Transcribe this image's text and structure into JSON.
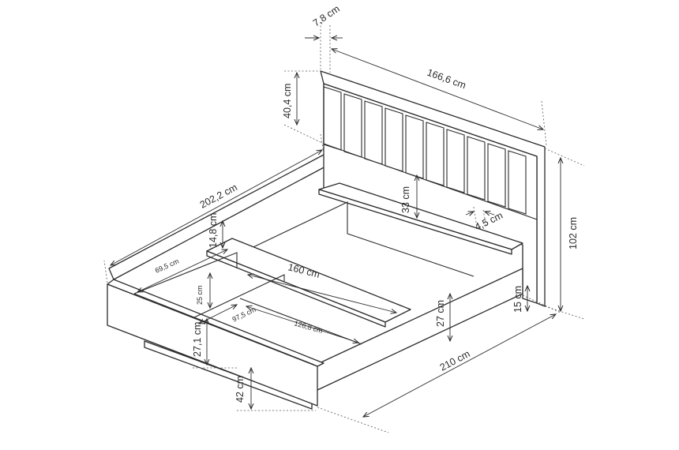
{
  "dimensions": {
    "headboard_thickness": "7,8 cm",
    "headboard_width": "166,6 cm",
    "headboard_panel_height": "40,4 cm",
    "total_length": "202,2 cm",
    "inner_panel_height": "14,8 cm",
    "shelf_height": "33 cm",
    "panel_gap": "4,5 cm",
    "total_height": "102 cm",
    "sidebox_depth": "69,5 cm",
    "inner_width": "160 cm",
    "storage_height": "25 cm",
    "storage_width": "97,5 cm",
    "storage_length": "126,8 cm",
    "frame_height_right": "27 cm",
    "base_height": "15 cm",
    "frame_height_left": "27,1 cm",
    "overall_length": "210 cm",
    "sleeping_height": "42 cm"
  },
  "colors": {
    "line": "#2b2b2b",
    "background": "#ffffff"
  }
}
